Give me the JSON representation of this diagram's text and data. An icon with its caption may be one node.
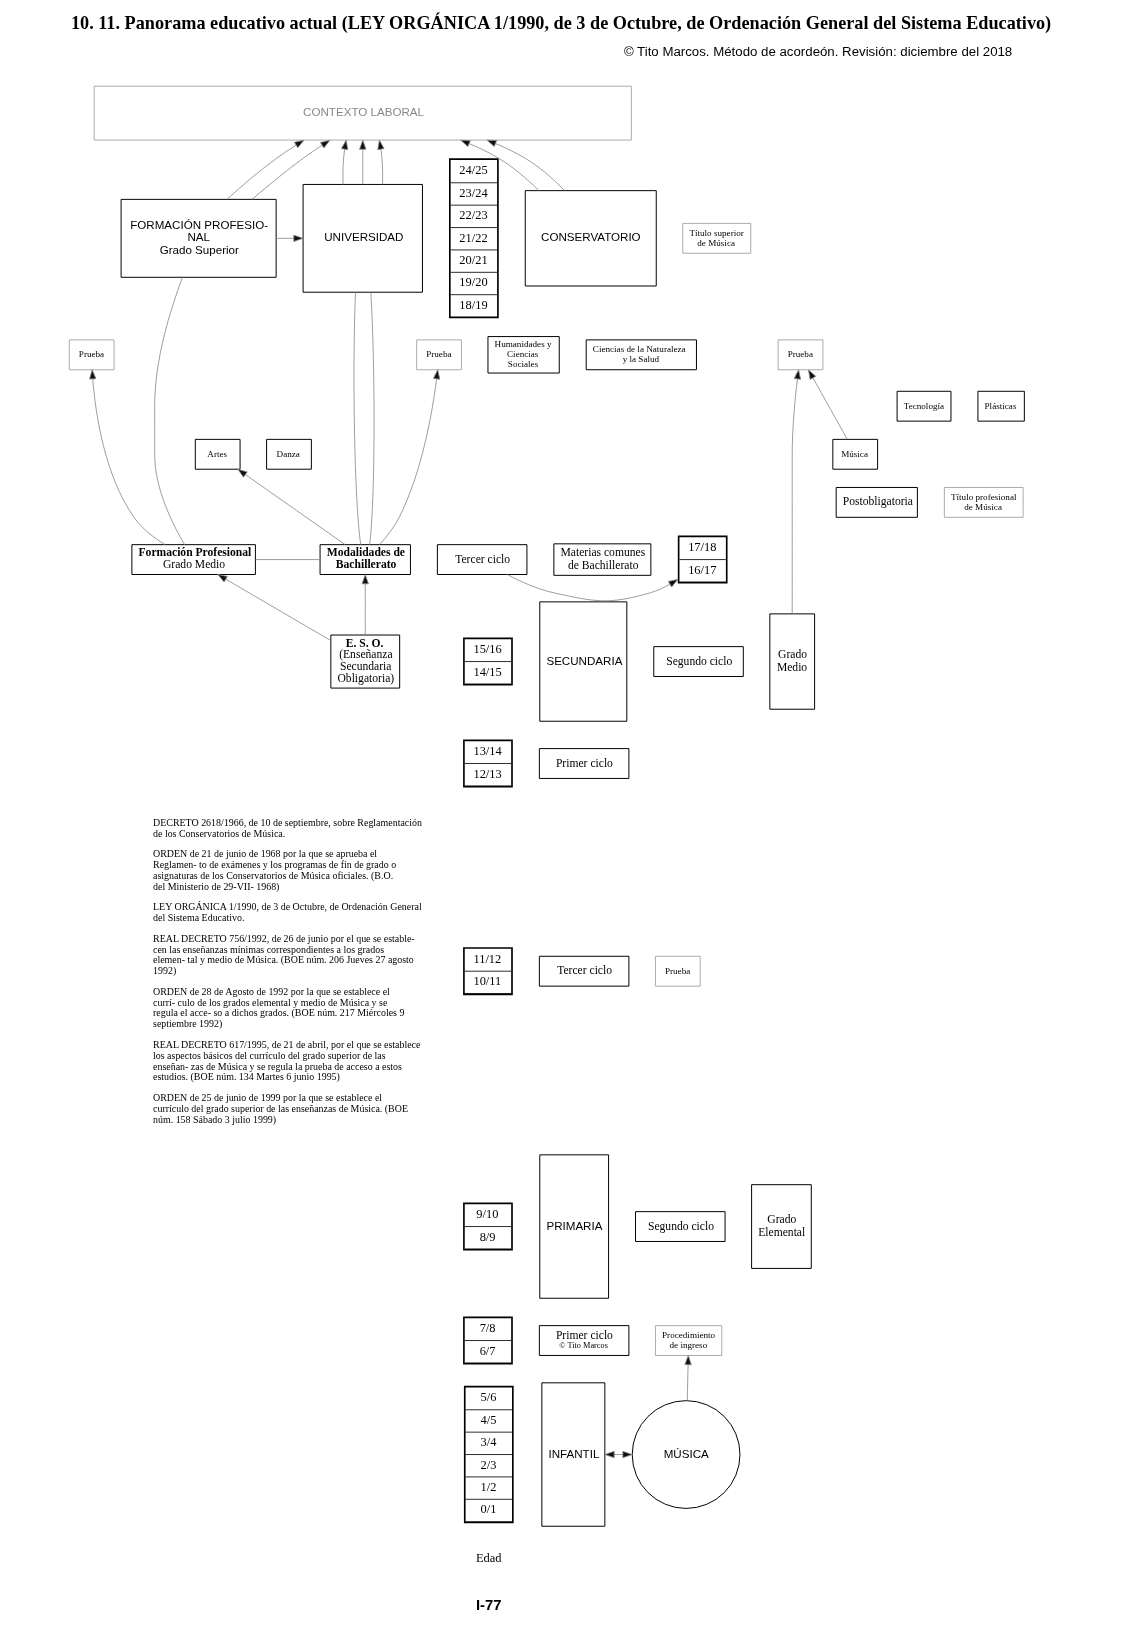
{
  "diagram": {
    "title": "10. 11. Panorama educativo actual (LEY ORGÁNICA 1/1990, de 3 de Octubre, de Ordenación General del Sistema Educativo)",
    "nodes": [
      {
        "text": [
          "CONTEXTO LABORAL"
        ]
      },
      {
        "text": [
          "FORMACIÓN PROFESIO- NAL",
          "Grado Superior"
        ]
      },
      {
        "text": [
          "Prueba"
        ]
      },
      {
        "text": [
          "UNIVERSIDAD"
        ]
      },
      {
        "text": [
          "Prueba"
        ]
      },
      {
        "text": [
          "Humanidades y Ciencias Sociales"
        ]
      },
      {
        "text": [
          "Ciencias de la Naturaleza y la Salud"
        ]
      },
      {
        "text": [
          "Tecnología"
        ]
      },
      {
        "text": [
          "Artes"
        ]
      },
      {
        "text": [
          "Plásticas"
        ]
      },
      {
        "text": [
          "Danza"
        ]
      },
      {
        "text": [
          "Música"
        ]
      },
      {
        "text": [
          "Postobligatoria"
        ]
      },
      {
        "text": [
          "CONSERVATORIO"
        ]
      },
      {
        "text": [
          "Título superior de Música"
        ]
      },
      {
        "text": [
          "Prueba"
        ]
      },
      {
        "text": [
          "Título profesional de Música"
        ]
      },
      {
        "text": [
          "Formación Profesional",
          "Grado Medio"
        ]
      },
      {
        "text": [
          "Modalidades de Bachillerato"
        ]
      },
      {
        "text": [
          "SECUNDARIA"
        ]
      },
      {
        "text": [
          "Tercer ciclo"
        ]
      },
      {
        "text": [
          "Materias comunes de Bachillerato"
        ]
      },
      {
        "text": [
          "Grado Medio"
        ]
      },
      {
        "text": [
          "E. S. O.",
          "(Enseñanza Secundaria Obligatoria)"
        ]
      },
      {
        "text": [
          "Segundo ciclo"
        ]
      },
      {
        "text": [
          "Primer ciclo"
        ]
      },
      {
        "text": [
          "Prueba"
        ]
      },
      {
        "text": [
          "PRIMARIA"
        ]
      },
      {
        "text": [
          "Tercer ciclo"
        ]
      },
      {
        "text": [
          "Segundo ciclo"
        ]
      },
      {
        "text": [
          "Primer ciclo",
          "© Tito Marcos"
        ]
      },
      {
        "text": [
          "Grado Elemental"
        ]
      },
      {
        "text": [
          "Procedimiento de ingreso"
        ]
      },
      {
        "text": [
          "INFANTIL"
        ]
      },
      {
        "text": [
          "MÚSICA"
        ]
      },
      {
        "text": [
          "24/25",
          "23/24",
          "22/23",
          "21/22",
          "20/21",
          "19/20",
          "18/19"
        ]
      },
      {
        "text": [
          "17/18",
          "16/17"
        ]
      },
      {
        "text": [
          "15/16",
          "14/15"
        ]
      },
      {
        "text": [
          "13/14",
          "12/13"
        ]
      },
      {
        "text": [
          "11/12",
          "10/11"
        ]
      },
      {
        "text": [
          "9/10",
          "8/9"
        ]
      },
      {
        "text": [
          "7/8",
          "6/7"
        ]
      },
      {
        "text": [
          "5/6",
          "4/5",
          "3/4",
          "2/3",
          "1/2",
          "0/1"
        ]
      }
    ],
    "edges": [
      {
        "from": 1,
        "to": 0,
        "arrow": "to"
      },
      {
        "from": 1,
        "to": 0,
        "arrow": "to"
      },
      {
        "from": 3,
        "to": 0,
        "arrow": "to"
      },
      {
        "from": 3,
        "to": 0,
        "arrow": "to"
      },
      {
        "from": 3,
        "to": 0,
        "arrow": "to"
      },
      {
        "from": 13,
        "to": 0,
        "arrow": "to"
      },
      {
        "from": 13,
        "to": 0,
        "arrow": "to"
      },
      {
        "from": 1,
        "to": 3,
        "arrow": "to"
      },
      {
        "from": 17,
        "to": 2,
        "arrow": "to"
      },
      {
        "from": 17,
        "to": 1,
        "arrow": "none"
      },
      {
        "from": 17,
        "to": 18,
        "arrow": "none"
      },
      {
        "from": 18,
        "to": 4,
        "arrow": "to"
      },
      {
        "from": 18,
        "to": 3,
        "arrow": "none"
      },
      {
        "from": 18,
        "to": 3,
        "arrow": "none"
      },
      {
        "from": 18,
        "to": 8,
        "arrow": "to"
      },
      {
        "from": 23,
        "to": 18,
        "arrow": "to"
      },
      {
        "from": 23,
        "to": 17,
        "arrow": "to"
      },
      {
        "from": 20,
        "to": 36,
        "arrow": "to"
      },
      {
        "from": 11,
        "to": 15,
        "arrow": "to"
      },
      {
        "from": 22,
        "to": 15,
        "arrow": "to"
      },
      {
        "from": 34,
        "to": 32,
        "arrow": "to"
      },
      {
        "from": 33,
        "to": 34,
        "arrow": "both"
      }
    ],
    "labels": [
      "© Tito Marcos. Método de acordeón. Revisión: diciembre del 2018",
      "Edad",
      "DECRETO 2618/1966, de 10 de septiembre, sobre Reglamentación de los Conservatorios de Música.",
      "ORDEN de 21 de junio de 1968 por la que se aprueba el Reglamen- to de exámenes y los programas de fin de grado o asignaturas de los Conservatorios de Música oficiales. (B.O. del Ministerio de 29-VII- 1968)",
      "LEY ORGÁNICA 1/1990, de 3 de Octubre, de Ordenación General del Sistema Educativo.",
      "REAL DECRETO 756/1992, de 26 de junio por el que se estable- cen las enseñanzas mínimas correspondientes a los grados elemen- tal y medio de Música. (BOE núm. 206 Jueves 27 agosto 1992)",
      "ORDEN de 28 de Agosto de 1992 por la que se establece el currí- culo de los grados elemental y medio de Música y se regula el acce- so a dichos grados. (BOE núm. 217 Miércoles 9 septiembre 1992)",
      "REAL DECRETO 617/1995, de 21 de abril, por el que se establece los aspectos básicos del currículo del grado superior de las enseñan- zas de Música y se regula la prueba de acceso a estos estudios. (BOE núm. 134 Martes 6 junio 1995)",
      "ORDEN de 25 de junio de 1999 por la que se establece el currículo del grado superior de las enseñanzas de Música. (BOE núm. 158 Sábado 3 julio 1999)",
      "I-77"
    ]
  }
}
